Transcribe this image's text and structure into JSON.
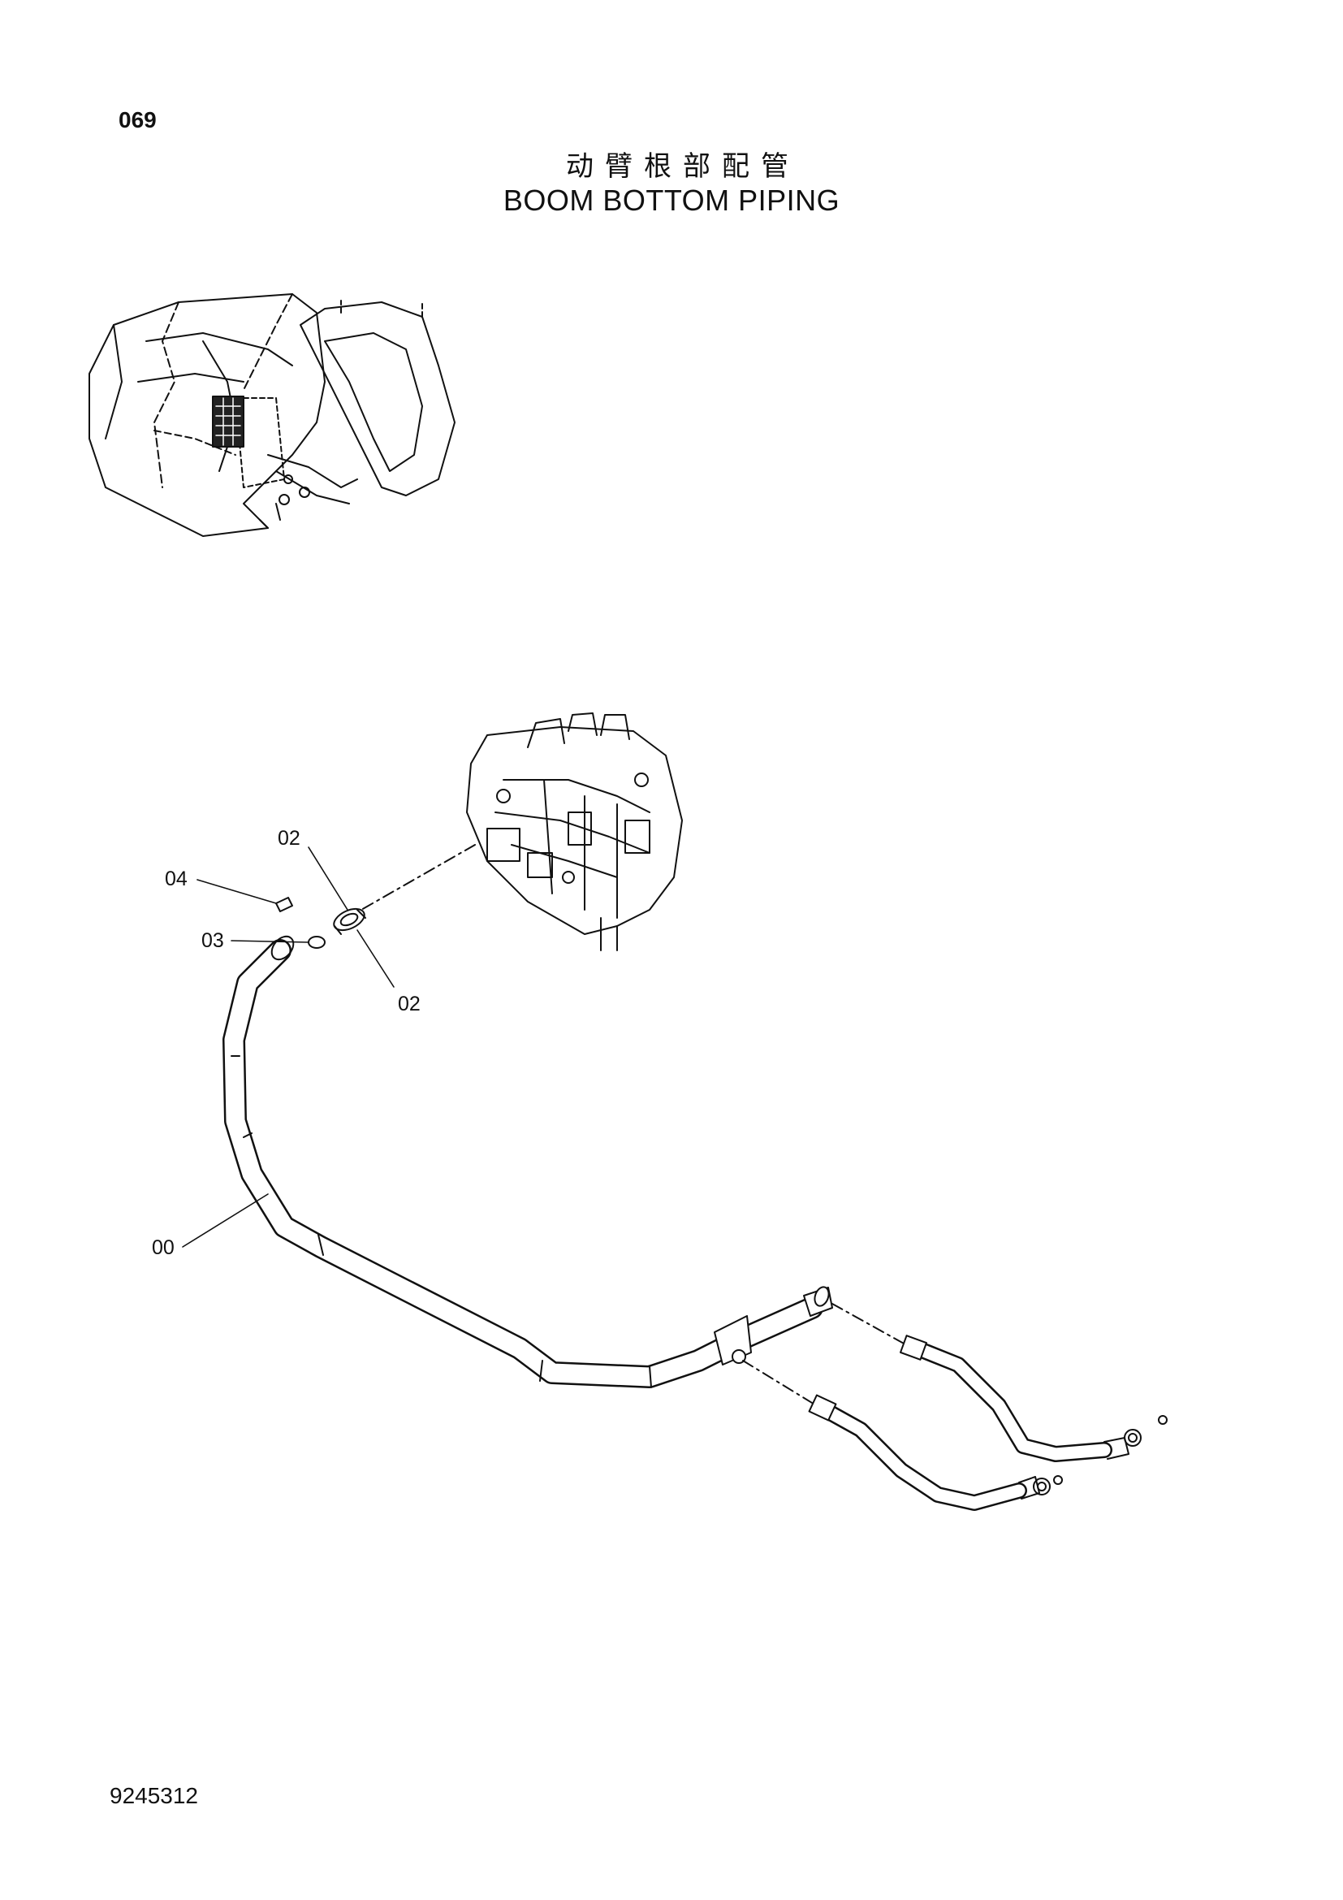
{
  "page_number": "069",
  "title_cn": "动臂根部配管",
  "title_en": "BOOM BOTTOM PIPING",
  "doc_number": "9245312",
  "callouts": [
    "04",
    "02",
    "03",
    "02",
    "00"
  ]
}
